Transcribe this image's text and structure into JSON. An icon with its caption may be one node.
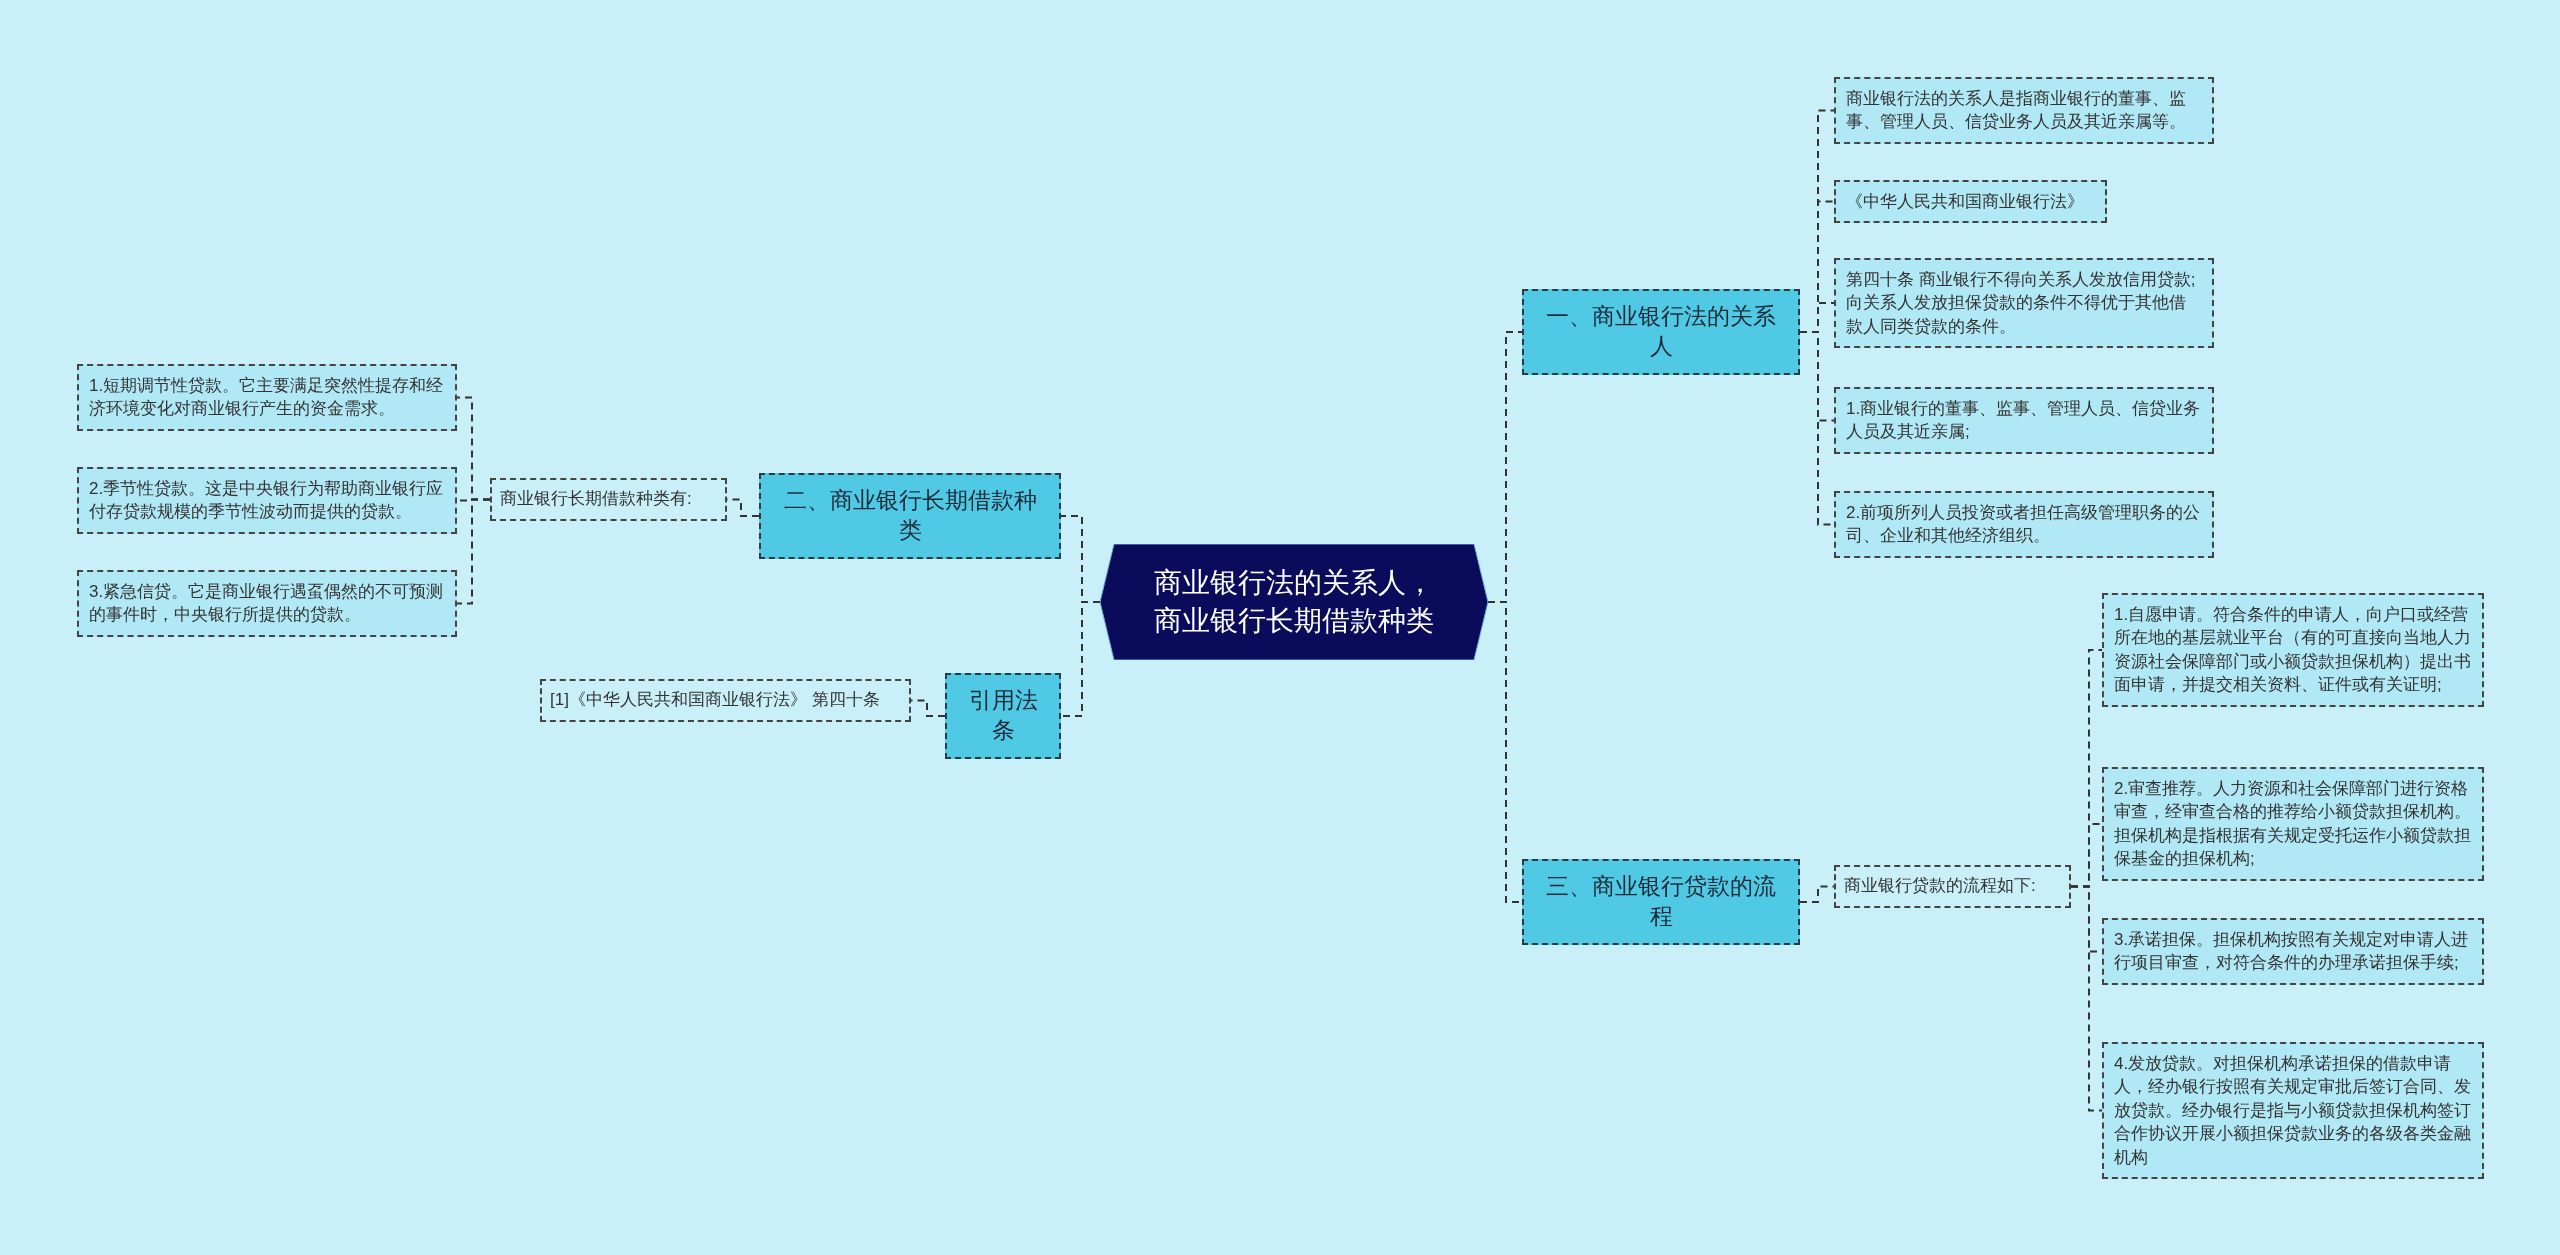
{
  "diagram": {
    "nodes": [
      {
        "text": [
          "商业银行法的关系人，商业银行长期借款种类"
        ]
      },
      {
        "text": [
          "二、商业银行长期借款种类"
        ]
      },
      {
        "text": [
          "商业银行长期借款种类有:"
        ]
      },
      {
        "text": [
          "1.短期调节性贷款。它主要满足突然性提存和经济环境变化对商业银行产生的资金需求。"
        ]
      },
      {
        "text": [
          "2.季节性贷款。这是中央银行为帮助商业银行应付存贷款规模的季节性波动而提供的贷款。"
        ]
      },
      {
        "text": [
          "3.紧急信贷。它是商业银行遇虿偶然的不可预测的事件时，中央银行所提供的贷款。"
        ]
      },
      {
        "text": [
          "引用法条"
        ]
      },
      {
        "text": [
          "[1]《中华人民共和国商业银行法》 第四十条"
        ]
      },
      {
        "text": [
          "一、商业银行法的关系人"
        ]
      },
      {
        "text": [
          "商业银行法的关系人是指商业银行的董事、监事、管理人员、信贷业务人员及其近亲属等。"
        ]
      },
      {
        "text": [
          "《中华人民共和国商业银行法》"
        ]
      },
      {
        "text": [
          "第四十条 商业银行不得向关系人发放信用贷款;向关系人发放担保贷款的条件不得优于其他借款人同类贷款的条件。"
        ]
      },
      {
        "text": [
          "1.商业银行的董事、监事、管理人员、信贷业务人员及其近亲属;"
        ]
      },
      {
        "text": [
          "2.前项所列人员投资或者担任高级管理职务的公司、企业和其他经济组织。"
        ]
      },
      {
        "text": [
          "三、商业银行贷款的流程"
        ]
      },
      {
        "text": [
          "商业银行贷款的流程如下:"
        ]
      },
      {
        "text": [
          "1.自愿申请。符合条件的申请人，向户口或经营所在地的基层就业平台（有的可直接向当地人力资源社会保障部门或小额贷款担保机构）提出书面申请，并提交相关资料、证件或有关证明;"
        ]
      },
      {
        "text": [
          "2.审查推荐。人力资源和社会保障部门进行资格审查，经审查合格的推荐给小额贷款担保机构。担保机构是指根据有关规定受托运作小额贷款担保基金的担保机构;"
        ]
      },
      {
        "text": [
          "3.承诺担保。担保机构按照有关规定对申请人进行项目审查，对符合条件的办理承诺担保手续;"
        ]
      },
      {
        "text": [
          "4.发放贷款。对担保机构承诺担保的借款申请人，经办银行按照有关规定审批后签订合同、发放贷款。经办银行是指与小额贷款担保机构签订合作协议开展小额担保贷款业务的各级各类金融机构"
        ]
      }
    ],
    "edges": [
      {
        "from": 0,
        "to": 1,
        "arrow": "none"
      },
      {
        "from": 1,
        "to": 2,
        "arrow": "none"
      },
      {
        "from": 2,
        "to": 3,
        "arrow": "none"
      },
      {
        "from": 2,
        "to": 4,
        "arrow": "none"
      },
      {
        "from": 2,
        "to": 5,
        "arrow": "none"
      },
      {
        "from": 0,
        "to": 6,
        "arrow": "none"
      },
      {
        "from": 6,
        "to": 7,
        "arrow": "none"
      },
      {
        "from": 0,
        "to": 8,
        "arrow": "none"
      },
      {
        "from": 8,
        "to": 9,
        "arrow": "none"
      },
      {
        "from": 8,
        "to": 10,
        "arrow": "none"
      },
      {
        "from": 8,
        "to": 11,
        "arrow": "none"
      },
      {
        "from": 8,
        "to": 12,
        "arrow": "none"
      },
      {
        "from": 8,
        "to": 13,
        "arrow": "none"
      },
      {
        "from": 0,
        "to": 14,
        "arrow": "none"
      },
      {
        "from": 14,
        "to": 15,
        "arrow": "none"
      },
      {
        "from": 15,
        "to": 16,
        "arrow": "none"
      },
      {
        "from": 15,
        "to": 17,
        "arrow": "none"
      },
      {
        "from": 15,
        "to": 18,
        "arrow": "none"
      },
      {
        "from": 15,
        "to": 19,
        "arrow": "none"
      }
    ]
  }
}
